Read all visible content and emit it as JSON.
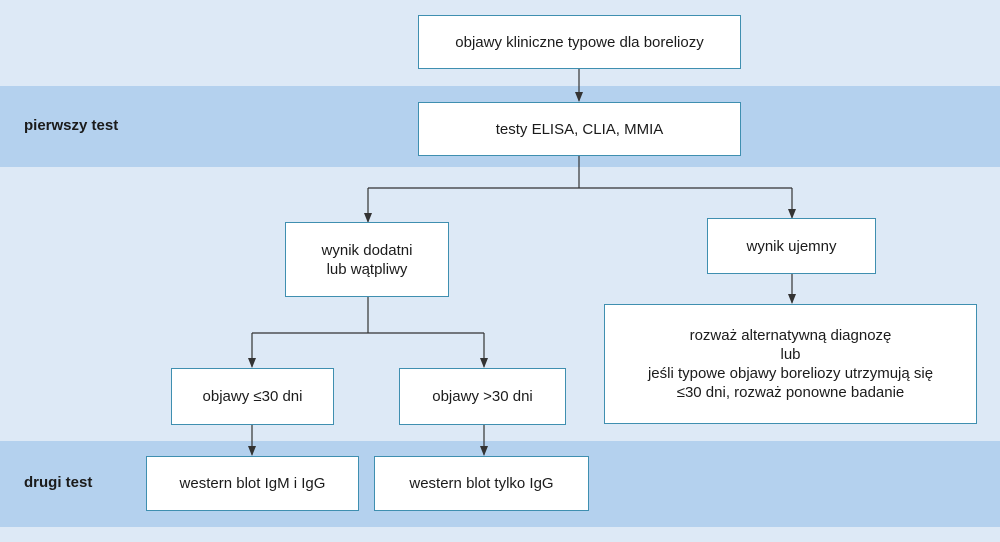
{
  "rows": {
    "first_test": "pierwszy test",
    "second_test": "drugi test"
  },
  "nodes": {
    "symptoms": "objawy kliniczne typowe dla boreliozy",
    "elisa": "testy ELISA, CLIA, MMIA",
    "positive": [
      "wynik dodatni",
      "lub wątpliwy"
    ],
    "negative": "wynik ujemny",
    "alternative": [
      "rozważ alternatywną diagnozę",
      "lub",
      "jeśli typowe objawy boreliozy utrzymują się",
      "≤30 dni, rozważ ponowne badanie"
    ],
    "le30": "objawy ≤30 dni",
    "gt30": "objawy >30 dni",
    "wb_igm_igg": "western blot IgM i IgG",
    "wb_igg": "western blot tylko IgG"
  },
  "colors": {
    "background": "#dde9f6",
    "band": "#b4d1ee",
    "box_border": "#3f8fb0",
    "arrow": "#333333"
  }
}
